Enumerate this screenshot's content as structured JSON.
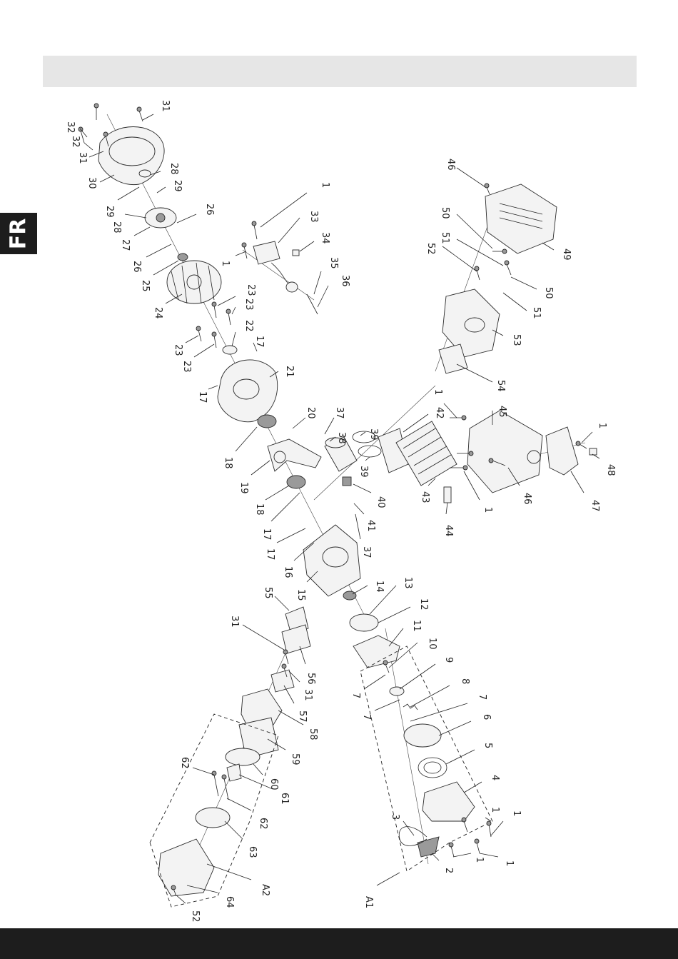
{
  "page": {
    "language_tab": "FR"
  },
  "diagram": {
    "callouts": [
      {
        "id": "c1",
        "text": "31"
      },
      {
        "id": "c2",
        "text": "32"
      },
      {
        "id": "c3",
        "text": "32"
      },
      {
        "id": "c4",
        "text": "31"
      },
      {
        "id": "c5",
        "text": "30"
      },
      {
        "id": "c6",
        "text": "29"
      },
      {
        "id": "c7",
        "text": "28"
      },
      {
        "id": "c8",
        "text": "29"
      },
      {
        "id": "c9",
        "text": "28"
      },
      {
        "id": "c10",
        "text": "26"
      },
      {
        "id": "c11",
        "text": "27"
      },
      {
        "id": "c12",
        "text": "26"
      },
      {
        "id": "c13",
        "text": "25"
      },
      {
        "id": "c14",
        "text": "1"
      },
      {
        "id": "c15",
        "text": "24"
      },
      {
        "id": "c16",
        "text": "23"
      },
      {
        "id": "c17",
        "text": "23"
      },
      {
        "id": "c18",
        "text": "22"
      },
      {
        "id": "c19",
        "text": "23"
      },
      {
        "id": "c20",
        "text": "23"
      },
      {
        "id": "c21",
        "text": "17"
      },
      {
        "id": "c22",
        "text": "21"
      },
      {
        "id": "c23",
        "text": "17"
      },
      {
        "id": "c24",
        "text": "1"
      },
      {
        "id": "c25",
        "text": "33"
      },
      {
        "id": "c26",
        "text": "34"
      },
      {
        "id": "c27",
        "text": "35"
      },
      {
        "id": "c28",
        "text": "36"
      },
      {
        "id": "c29",
        "text": "46"
      },
      {
        "id": "c30",
        "text": "50"
      },
      {
        "id": "c31",
        "text": "51"
      },
      {
        "id": "c32",
        "text": "52"
      },
      {
        "id": "c33",
        "text": "49"
      },
      {
        "id": "c34",
        "text": "50"
      },
      {
        "id": "c35",
        "text": "51"
      },
      {
        "id": "c36",
        "text": "53"
      },
      {
        "id": "c37",
        "text": "54"
      },
      {
        "id": "c38",
        "text": "1"
      },
      {
        "id": "c39",
        "text": "45"
      },
      {
        "id": "c40",
        "text": "1"
      },
      {
        "id": "c41",
        "text": "48"
      },
      {
        "id": "c42",
        "text": "47"
      },
      {
        "id": "c43",
        "text": "46"
      },
      {
        "id": "c44",
        "text": "1"
      },
      {
        "id": "c45",
        "text": "44"
      },
      {
        "id": "c46",
        "text": "43"
      },
      {
        "id": "c47",
        "text": "42"
      },
      {
        "id": "c48",
        "text": "20"
      },
      {
        "id": "c49",
        "text": "37"
      },
      {
        "id": "c50",
        "text": "38"
      },
      {
        "id": "c51",
        "text": "39"
      },
      {
        "id": "c52",
        "text": "39"
      },
      {
        "id": "c53",
        "text": "40"
      },
      {
        "id": "c54",
        "text": "41"
      },
      {
        "id": "c55",
        "text": "37"
      },
      {
        "id": "c56",
        "text": "18"
      },
      {
        "id": "c57",
        "text": "19"
      },
      {
        "id": "c58",
        "text": "18"
      },
      {
        "id": "c59",
        "text": "17"
      },
      {
        "id": "c60",
        "text": "17"
      },
      {
        "id": "c61",
        "text": "16"
      },
      {
        "id": "c62",
        "text": "15"
      },
      {
        "id": "c63",
        "text": "14"
      },
      {
        "id": "c64",
        "text": "13"
      },
      {
        "id": "c65",
        "text": "12"
      },
      {
        "id": "c66",
        "text": "11"
      },
      {
        "id": "c67",
        "text": "10"
      },
      {
        "id": "c68",
        "text": "9"
      },
      {
        "id": "c69",
        "text": "8"
      },
      {
        "id": "c70",
        "text": "7"
      },
      {
        "id": "c71",
        "text": "7"
      },
      {
        "id": "c72",
        "text": "7"
      },
      {
        "id": "c73",
        "text": "6"
      },
      {
        "id": "c74",
        "text": "5"
      },
      {
        "id": "c75",
        "text": "4"
      },
      {
        "id": "c76",
        "text": "1"
      },
      {
        "id": "c77",
        "text": "1"
      },
      {
        "id": "c78",
        "text": "1"
      },
      {
        "id": "c79",
        "text": "1"
      },
      {
        "id": "c80",
        "text": "3"
      },
      {
        "id": "c81",
        "text": "2"
      },
      {
        "id": "c82",
        "text": "A1"
      },
      {
        "id": "c83",
        "text": "55"
      },
      {
        "id": "c84",
        "text": "56"
      },
      {
        "id": "c85",
        "text": "31"
      },
      {
        "id": "c86",
        "text": "31"
      },
      {
        "id": "c87",
        "text": "57"
      },
      {
        "id": "c88",
        "text": "58"
      },
      {
        "id": "c89",
        "text": "59"
      },
      {
        "id": "c90",
        "text": "60"
      },
      {
        "id": "c91",
        "text": "61"
      },
      {
        "id": "c92",
        "text": "62"
      },
      {
        "id": "c93",
        "text": "62"
      },
      {
        "id": "c94",
        "text": "63"
      },
      {
        "id": "c95",
        "text": "A2"
      },
      {
        "id": "c96",
        "text": "64"
      },
      {
        "id": "c97",
        "text": "52"
      }
    ]
  }
}
